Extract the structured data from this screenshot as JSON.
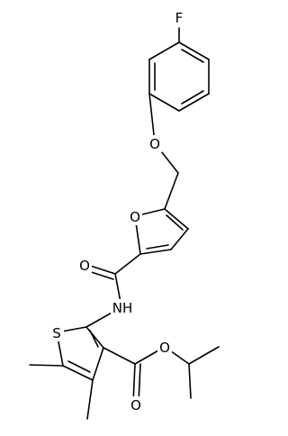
{
  "atom_labels": {
    "fluorine": "F",
    "ether_oxygen": "O",
    "furan_oxygen": "O",
    "amide_oxygen": "O",
    "amide_nh": "NH",
    "thiophene_sulfur": "S",
    "ester_carbonyl_oxygen": "O",
    "ester_oxygen": "O"
  },
  "colors": {
    "bond": "#000000",
    "label": "#000000",
    "background": "#ffffff"
  }
}
